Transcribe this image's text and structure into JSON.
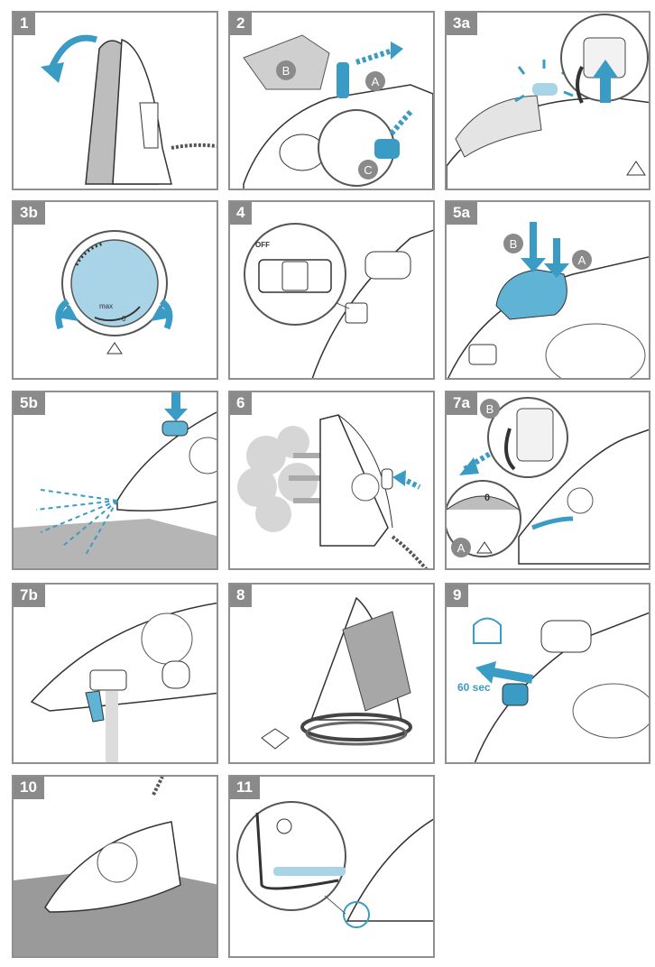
{
  "panels": [
    {
      "label": "1"
    },
    {
      "label": "2",
      "callouts": [
        "B",
        "A",
        "C"
      ]
    },
    {
      "label": "3a"
    },
    {
      "label": "3b",
      "dial": {
        "zero": "0",
        "max": "max"
      }
    },
    {
      "label": "4",
      "switch_labels": [
        "OFF"
      ]
    },
    {
      "label": "5a",
      "callouts": [
        "B",
        "A"
      ]
    },
    {
      "label": "5b"
    },
    {
      "label": "6"
    },
    {
      "label": "7a",
      "callouts": [
        "B",
        "A"
      ],
      "dial_zero": "0"
    },
    {
      "label": "7b"
    },
    {
      "label": "8"
    },
    {
      "label": "9",
      "timer": "60 sec"
    },
    {
      "label": "10"
    },
    {
      "label": "11"
    }
  ],
  "colors": {
    "accent": "#3a9cc4",
    "light_blue": "#a9d3e6",
    "frame": "#8f8f8f",
    "line": "#444444"
  }
}
